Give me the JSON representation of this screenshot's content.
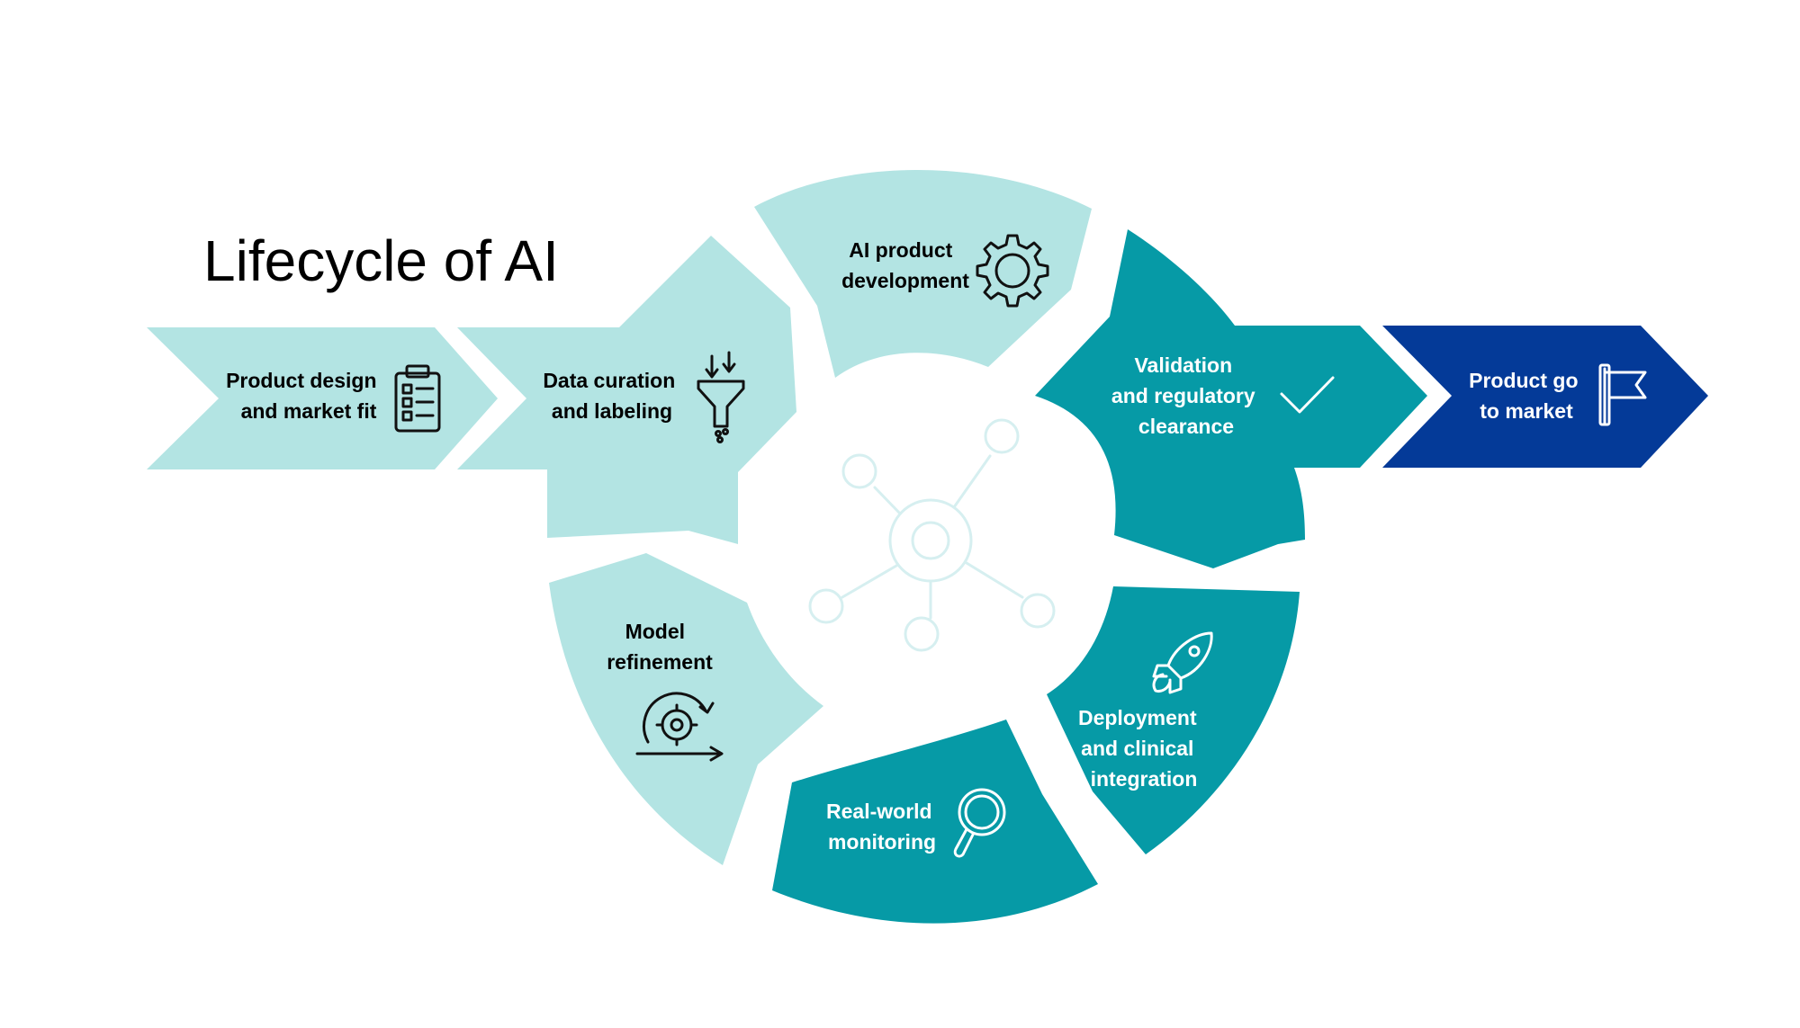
{
  "title": "Lifecycle of AI",
  "colors": {
    "light_teal": "#b3e4e3",
    "dark_teal": "#069aa6",
    "navy": "#043a98",
    "hub": "#d6eff0",
    "text_dark": "#000000",
    "text_light": "#ffffff"
  },
  "stages": {
    "product_design": {
      "line1": "Product design",
      "line2": "and market fit",
      "icon": "clipboard-checklist-icon"
    },
    "data_curation": {
      "line1": "Data curation",
      "line2": "and labeling",
      "icon": "funnel-icon"
    },
    "ai_development": {
      "line1": "AI product",
      "line2": "development",
      "icon": "gear-icon"
    },
    "validation": {
      "line1": "Validation",
      "line2": "and regulatory",
      "line3": "clearance",
      "icon": "checkmark-icon"
    },
    "go_to_market": {
      "line1": "Product go",
      "line2": "to market",
      "icon": "flag-icon"
    },
    "deployment": {
      "line1": "Deployment",
      "line2": "and clinical",
      "line3": "integration",
      "icon": "rocket-icon"
    },
    "monitoring": {
      "line1": "Real-world",
      "line2": "monitoring",
      "icon": "magnifier-icon"
    },
    "refinement": {
      "line1": "Model",
      "line2": "refinement",
      "icon": "gear-cycle-icon"
    }
  },
  "center_icon": "network-hub-icon"
}
